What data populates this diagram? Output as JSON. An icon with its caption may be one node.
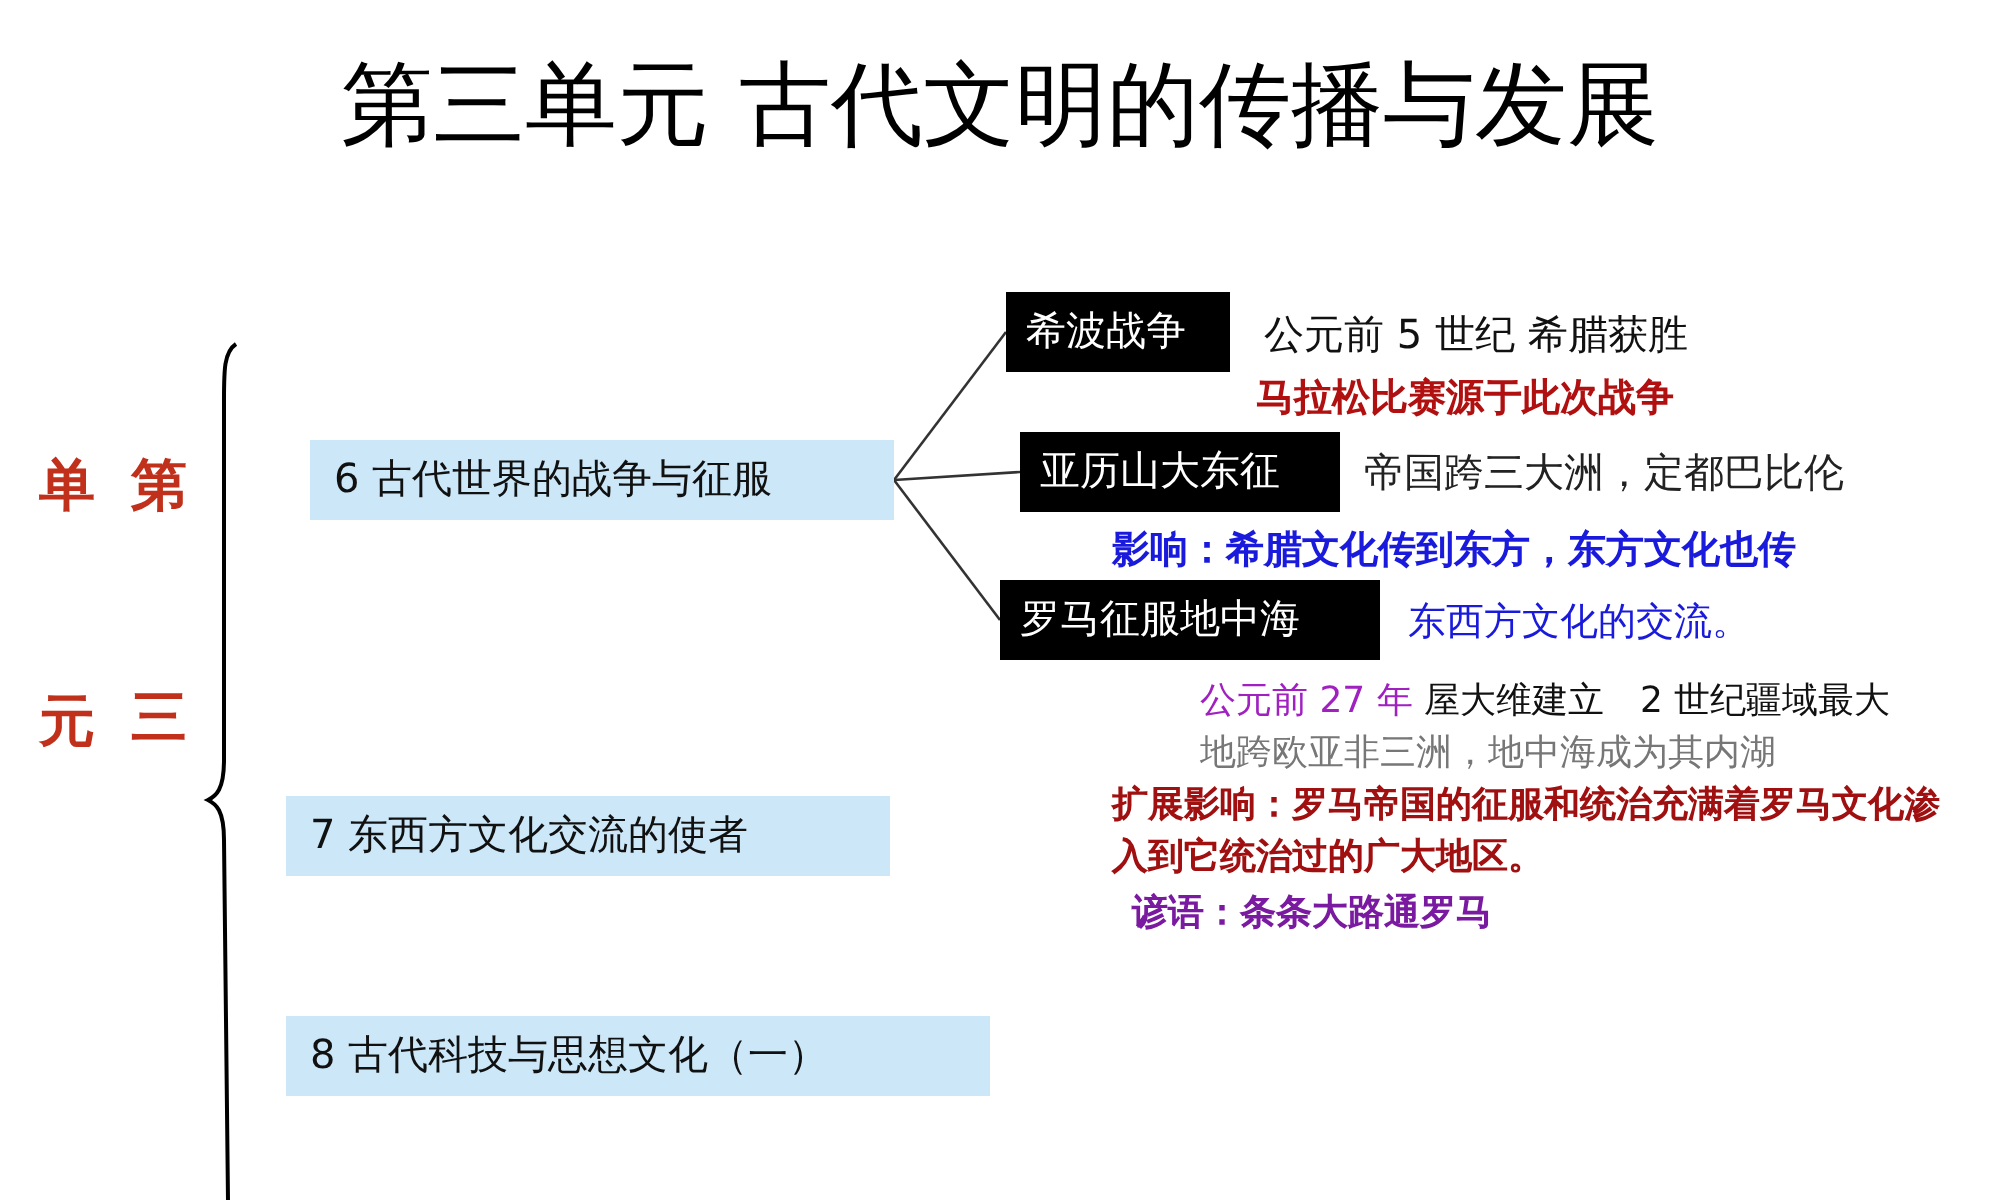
{
  "diagram": {
    "title": "第三单元  古代文明的传播与发展",
    "nodes": [
      {
        "text": [
          "6   古代世界的战争与征服"
        ]
      },
      {
        "text": [
          "7   东西方文化交流的使者"
        ]
      },
      {
        "text": [
          "8   古代科技与思想文化（一）"
        ]
      },
      {
        "text": [
          "希波战争"
        ],
        "beside": [
          "公元前 5 世纪   希腊获胜",
          "马拉松比赛源于此次战争"
        ]
      },
      {
        "text": [
          "亚历山大东征"
        ],
        "beside": [
          "帝国跨三大洲，定都巴比伦",
          "影响：希腊文化传到东方，东方文化也传",
          "东西方文化的交流。"
        ]
      },
      {
        "text": [
          "罗马征服地中海"
        ],
        "beside": [
          "公元前 27 年",
          "屋大维建立",
          "2 世纪疆域最大",
          "地跨欧亚非三洲，地中海成为其内湖",
          "扩展影响：罗马帝国的征服和统治充满着罗马文化渗入到它统治过的广大地区。",
          "谚语：条条大路通罗马"
        ]
      }
    ],
    "edges": [
      {
        "from": 0,
        "to": 3,
        "arrow": "none"
      },
      {
        "from": 0,
        "to": 4,
        "arrow": "none"
      },
      {
        "from": 0,
        "to": 5,
        "arrow": "none"
      }
    ],
    "labels": [
      "第三单元"
    ]
  }
}
